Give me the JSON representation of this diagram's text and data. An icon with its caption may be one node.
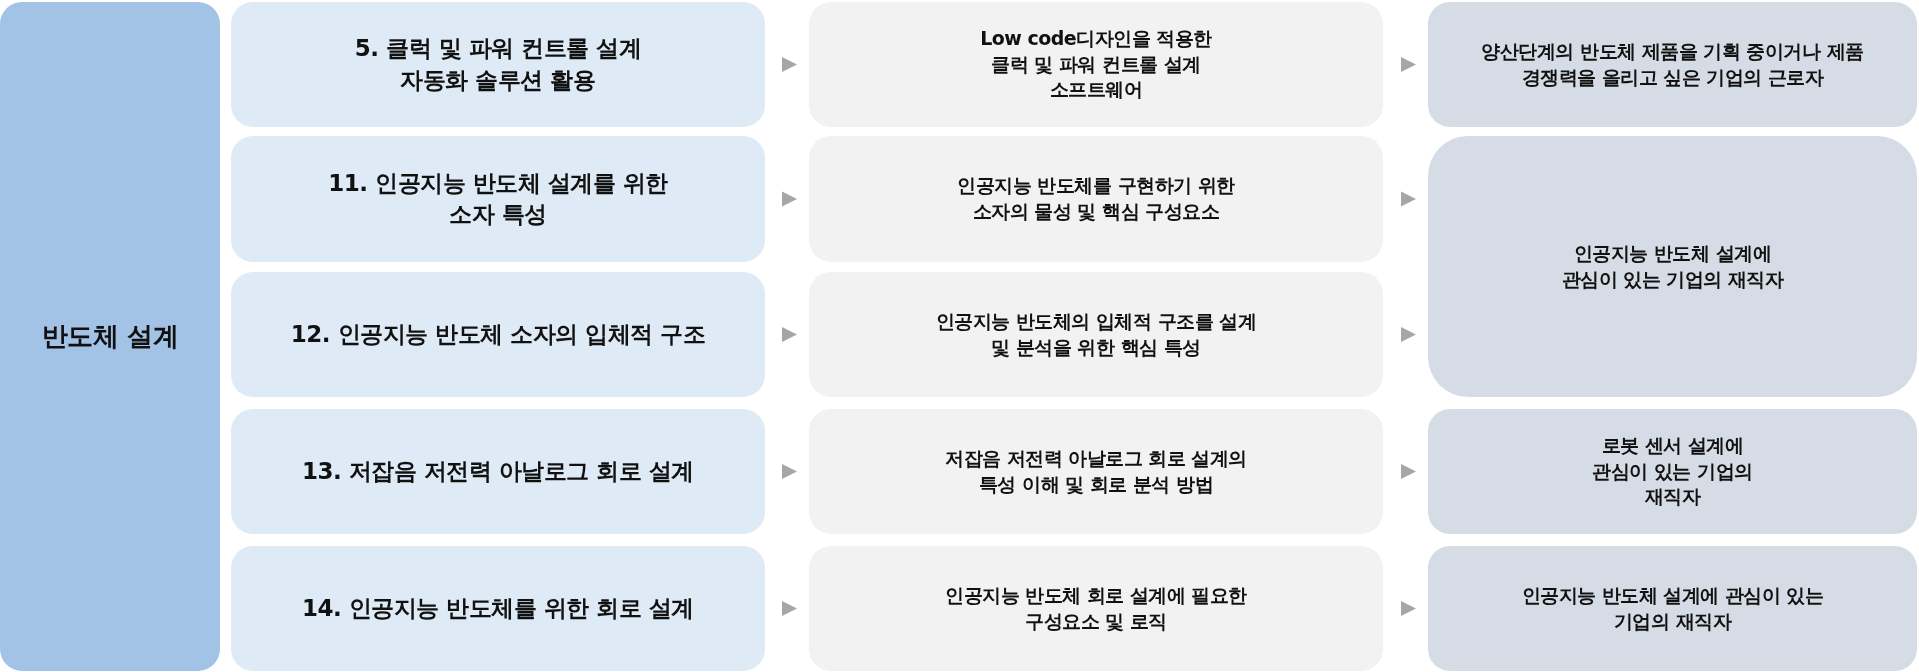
{
  "diagram": {
    "nodes": [
      {
        "text": [
          "반도체 설계"
        ]
      },
      {
        "text": [
          "5. 클럭 및 파워 컨트롤 설계 자동화 솔루션 활용"
        ]
      },
      {
        "text": [
          "Low code디자인을 적용한 클럭 및 파워 컨트롤 설계 소프트웨어"
        ]
      },
      {
        "text": [
          "양산단계의 반도체 제품을 기획 중이거나 제품 경쟁력을 올리고 싶은 기업의 근로자"
        ]
      },
      {
        "text": [
          "11. 인공지능 반도체 설계를 위한 소자 특성"
        ]
      },
      {
        "text": [
          "인공지능 반도체를 구현하기 위한 소자의 물성 및 핵심 구성요소"
        ]
      },
      {
        "text": [
          "인공지능 반도체 설계에 관심이 있는 기업의 재직자"
        ]
      },
      {
        "text": [
          "12. 인공지능 반도체 소자의 입체적 구조"
        ]
      },
      {
        "text": [
          "인공지능 반도체의 입체적 구조를 설계 및 분석을 위한 핵심 특성"
        ]
      },
      {
        "text": [
          "13. 저잡음 저전력 아날로그 회로 설계"
        ]
      },
      {
        "text": [
          "저잡음 저전력 아날로그 회로 설계의 특성 이해 및 회로 분석 방법"
        ]
      },
      {
        "text": [
          "로봇 센서 설계에 관심이 있는 기업의 재직자"
        ]
      },
      {
        "text": [
          "14. 인공지능 반도체를 위한 회로 설계"
        ]
      },
      {
        "text": [
          "인공지능 반도체 회로 설계에 필요한 구성요소 및 로직"
        ]
      },
      {
        "text": [
          "인공지능 반도체 설계에 관심이 있는 기업의 재직자"
        ]
      }
    ],
    "edges": [
      {
        "from": 1,
        "to": 2,
        "arrow": "to"
      },
      {
        "from": 2,
        "to": 3,
        "arrow": "to"
      },
      {
        "from": 4,
        "to": 5,
        "arrow": "to"
      },
      {
        "from": 5,
        "to": 6,
        "arrow": "to"
      },
      {
        "from": 7,
        "to": 8,
        "arrow": "to"
      },
      {
        "from": 8,
        "to": 6,
        "arrow": "to"
      },
      {
        "from": 9,
        "to": 10,
        "arrow": "to"
      },
      {
        "from": 10,
        "to": 11,
        "arrow": "to"
      },
      {
        "from": 12,
        "to": 13,
        "arrow": "to"
      },
      {
        "from": 13,
        "to": 14,
        "arrow": "to"
      }
    ]
  }
}
